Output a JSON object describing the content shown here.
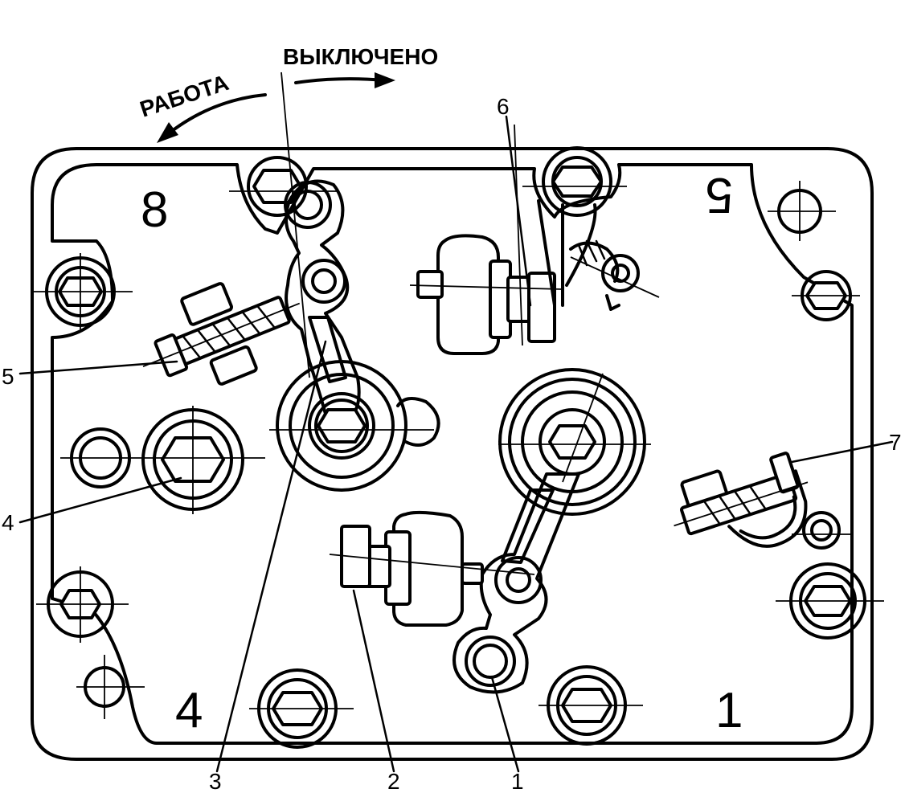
{
  "direction_labels": {
    "work": "РАБОТА",
    "off": "ВЫКЛЮЧЕНО"
  },
  "cylinder_numbers": {
    "top_left": "8",
    "top_right": "5",
    "bottom_left": "4",
    "bottom_right": "1"
  },
  "callouts": {
    "c1": "1",
    "c2": "2",
    "c3": "3",
    "c4": "4",
    "c5": "5",
    "c6": "6",
    "c7": "7"
  }
}
